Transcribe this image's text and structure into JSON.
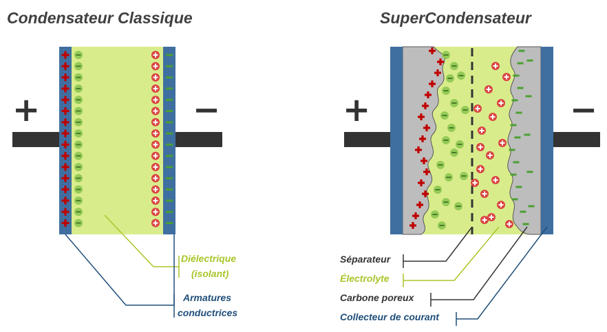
{
  "titles": {
    "classic": "Condensateur Classique",
    "super": "SuperCondensateur"
  },
  "terminals": {
    "plus": "+",
    "minus": "−"
  },
  "labels": {
    "dielectric_1": "Diélectrique",
    "dielectric_2": "(isolant)",
    "armatures_1": "Armatures",
    "armatures_2": "conductrices",
    "separateur": "Séparateur",
    "electrolyte": "Électrolyte",
    "carbone": "Carbone poreux",
    "collecteur": "Collecteur de courant"
  },
  "colors": {
    "title": "#404040",
    "plate": "#3f6fa0",
    "dielectric": "#d9ec8c",
    "porous_carbon": "#bdbdbd",
    "plus_sign": "#c00000",
    "ion_plus": "#d9333a",
    "ion_minus": "#8cc850",
    "minus_sign": "#4aa032",
    "lead": "#333333",
    "label_dark": "#333333",
    "label_green": "#a8c62a",
    "label_blue": "#1f4e79"
  },
  "icons": {
    "terminal_plus": "plus-sign",
    "terminal_minus": "minus-sign",
    "positive_charge": "plus-sign",
    "negative_charge": "minus-sign",
    "positive_ion": "plus-circle",
    "negative_ion": "minus-circle"
  }
}
